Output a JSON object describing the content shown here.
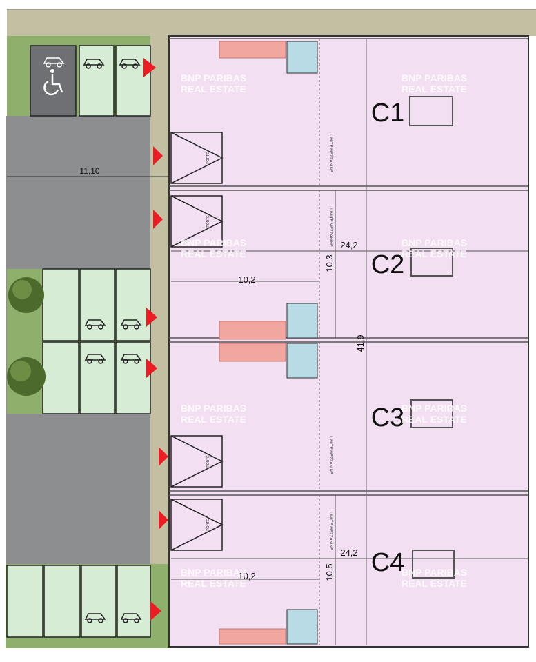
{
  "units": [
    {
      "id": "C1",
      "label": "C1"
    },
    {
      "id": "C2",
      "label": "C2"
    },
    {
      "id": "C3",
      "label": "C3"
    },
    {
      "id": "C4",
      "label": "C4"
    }
  ],
  "dimensions": {
    "road_width": "11,10",
    "unit_depth_top": "24,2",
    "unit_depth_bottom": "24,2",
    "c2_height": "10,3",
    "c4_height": "10,5",
    "total_length": "41,9",
    "mezz_depth_c2": "10,2",
    "mezz_depth_c4": "10,2"
  },
  "mezzanine_label": "LIMITE MEZZANINE",
  "door_label_line1": "PORTE",
  "door_label_line2": "SECTIONNELLE",
  "door_label_line3": "3,50 x 3,50H",
  "watermark_line1": "BNP PARIBAS",
  "watermark_line2": "REAL ESTATE",
  "colors": {
    "unit_fill": "#f2dff1",
    "road": "#8d8e90",
    "grass": "#8fb06d",
    "parking": "#d7ecd5",
    "paving": "#c3bfa3",
    "entry_arrow": "#ec1c24",
    "stairs": "#f2a6a0",
    "wc": "#b9dbe5"
  },
  "icons": [
    "ev-car-icon",
    "wheelchair-icon",
    "entry-arrow-icon",
    "tree-icon"
  ]
}
